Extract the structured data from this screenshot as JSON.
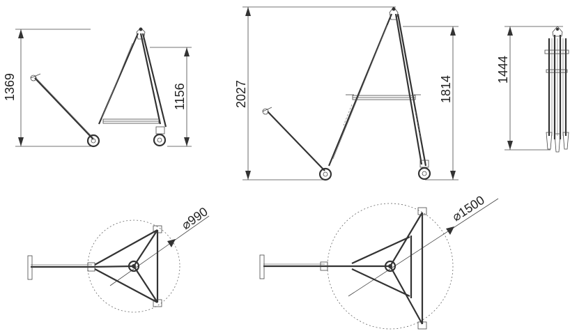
{
  "dimensions": {
    "side_small_total_height": "1369",
    "side_small_frame_height": "1156",
    "side_large_total_height": "2027",
    "side_large_frame_height": "1814",
    "folded_height": "1444",
    "top_small_diameter": "⌀990",
    "top_large_diameter": "⌀1500"
  },
  "colors": {
    "line": "#333333",
    "background": "#ffffff"
  }
}
